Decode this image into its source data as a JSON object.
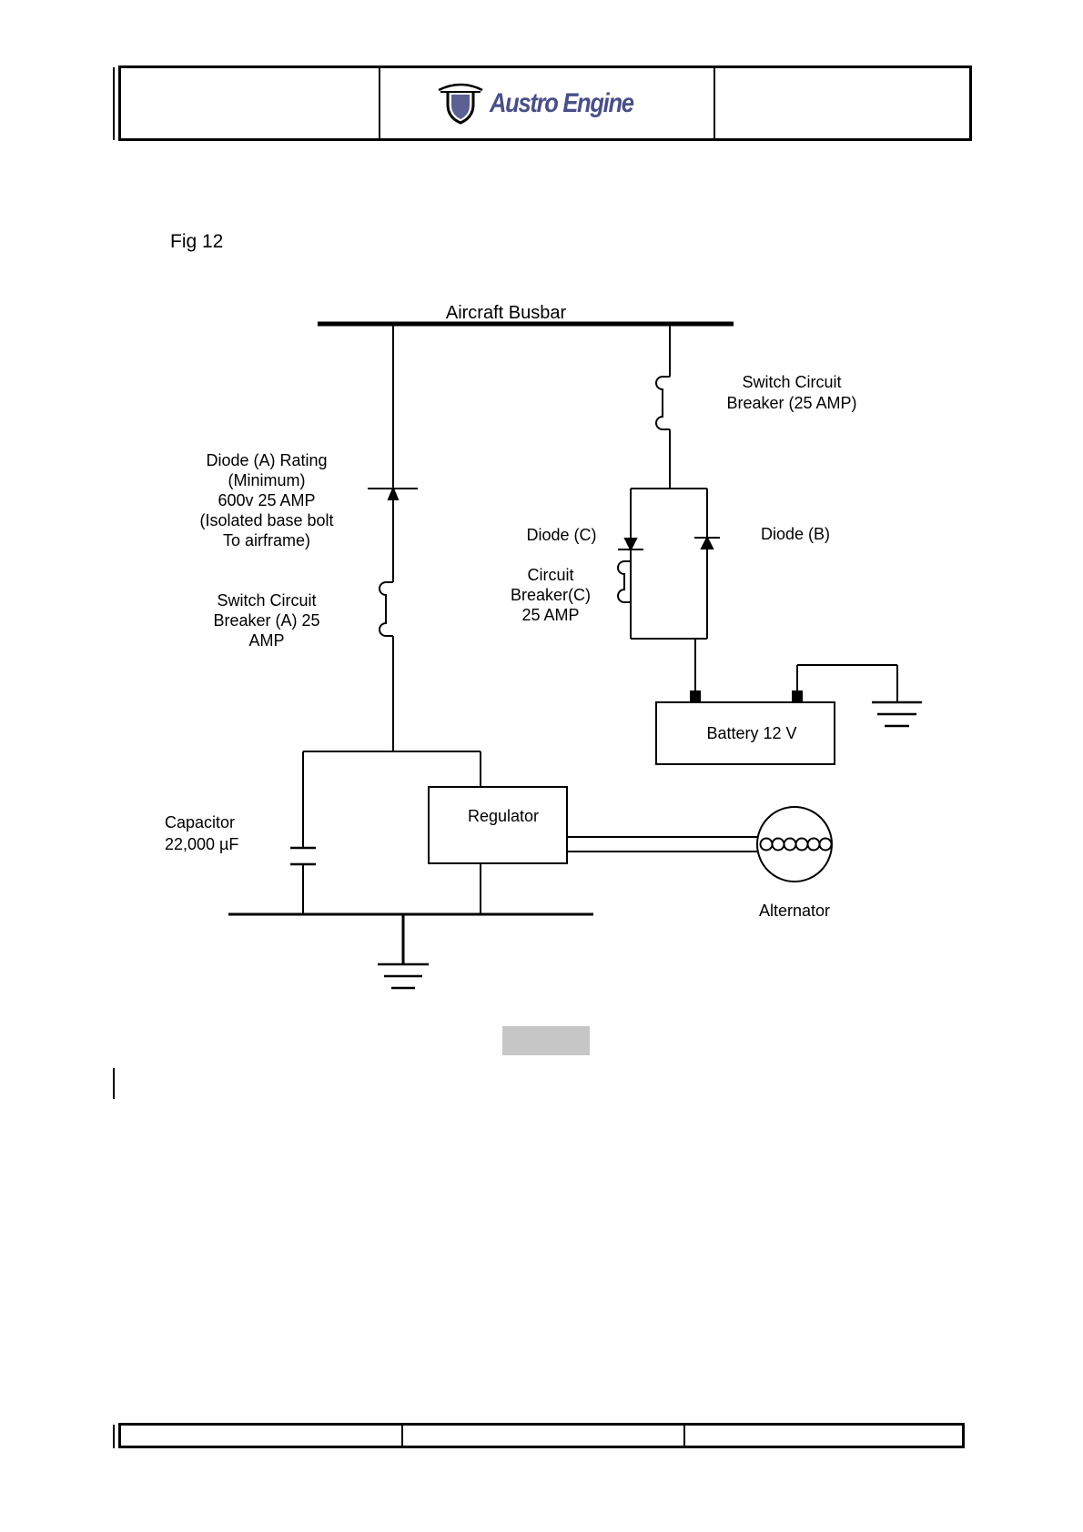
{
  "header": {
    "logo_text": "Austro Engine"
  },
  "figure": {
    "label": "Fig 12",
    "labels": {
      "busbar": "Aircraft Busbar",
      "switch_cb_right_1": "Switch Circuit",
      "switch_cb_right_2": "Breaker (25 AMP)",
      "diode_a_1": "Diode (A) Rating",
      "diode_a_2": "(Minimum)",
      "diode_a_3": "600v 25 AMP",
      "diode_a_4": "(Isolated base bolt",
      "diode_a_5": "To airframe)",
      "diode_c": "Diode (C)",
      "diode_b": "Diode (B)",
      "cb_c_1": "Circuit",
      "cb_c_2": "Breaker(C)",
      "cb_c_3": "25 AMP",
      "switch_cb_a_1": "Switch Circuit",
      "switch_cb_a_2": "Breaker  (A) 25",
      "switch_cb_a_3": "AMP",
      "battery": "Battery 12 V",
      "regulator": "Regulator",
      "capacitor_1": "Capacitor",
      "capacitor_2": "22,000 µF",
      "alternator": "Alternator"
    }
  },
  "colors": {
    "logo": "#4a4f86",
    "line": "#000000",
    "gray_block": "#c6c6c6"
  }
}
